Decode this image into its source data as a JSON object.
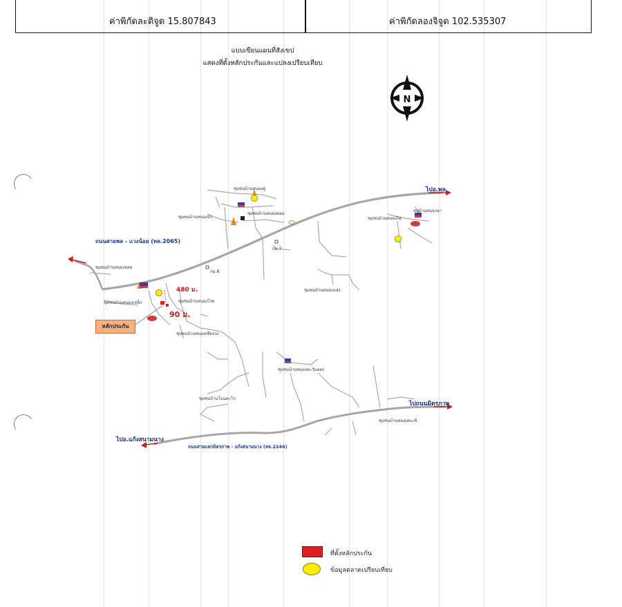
{
  "header": {
    "latitude": "ค่าพิกัดละติจูด 15.807843",
    "longitude": "ค่าพิกัดลองจิจูด 102.535307"
  },
  "title": {
    "line1": "แบบเขียนแผนที่สังเขป",
    "line2": "แสดงที่ตั้งหลักประกันและแปลงเปรียบเทียบ"
  },
  "compass": {
    "letter": "N"
  },
  "roads": {
    "main_road": "ถนนสายพล - แวงน้อย (ทล.2065)",
    "lower_road": "ถนนสายแยกมิตรภาพ - แก้งสนามนาง (ทล.2246)"
  },
  "directions": {
    "to_phon": "ไปอ.พล",
    "to_mittraphap": "ไปถนนมิตรภาพ",
    "to_khaeng_sanam_nang": "ไปอ.แก้งสนามนาง"
  },
  "distances": {
    "d1": "480 ม.",
    "d2": "90 ม."
  },
  "collateral_label": "หลักประกัน",
  "place_labels": [
    "ชุมชนบ้านหนองหลอ",
    "ชุมชนบ้านหนองคู",
    "ชุมชนบ้านหนองเหล็ก",
    "ชุมชนบ้านหนองคอม",
    "ชุมชนบ้านหนองไผ่",
    "ชุมชนบ้านหนองแสง",
    "ชุมชนบ้านหนองโรด",
    "ชุมชนบ้านหนองเซียงวง",
    "ชุมชนบ้านหนองตะวันออก",
    "ชุมชนบ้านโนนตะโก",
    "ชุมชนบ้านหนองตะเข้",
    "ชุมชนบ้านหนองบัว",
    "หมู่บ้านหนองนา",
    "กม.8",
    "กม.7"
  ],
  "legend": {
    "collateral": "ที่ตั้งหลักประกัน",
    "comparables": "ข้อมูลตลาดเปรียบเทียบ"
  },
  "colors": {
    "road_gray": "#a8a8a8",
    "road_label_blue": "#1a35a8",
    "arrow_red": "#c42020",
    "legend_red": "#e02020",
    "legend_yellow": "#ffee00",
    "pin_orange": "#f5b183"
  }
}
